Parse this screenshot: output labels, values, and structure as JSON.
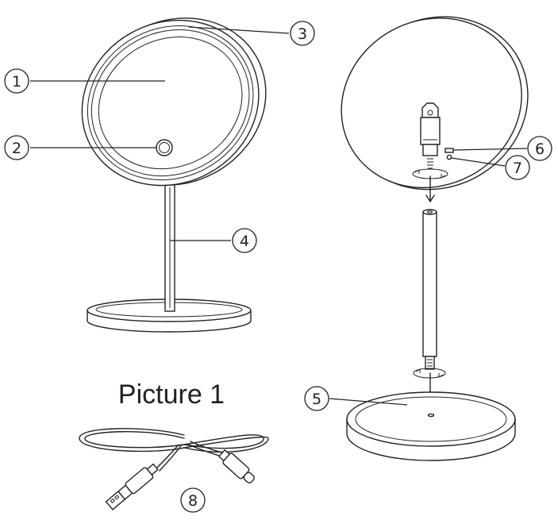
{
  "caption": "Picture 1",
  "callouts": [
    {
      "id": "c1",
      "label": "1"
    },
    {
      "id": "c2",
      "label": "2"
    },
    {
      "id": "c3",
      "label": "3"
    },
    {
      "id": "c4",
      "label": "4"
    },
    {
      "id": "c5",
      "label": "5"
    },
    {
      "id": "c6",
      "label": "6"
    },
    {
      "id": "c7",
      "label": "7"
    },
    {
      "id": "c8",
      "label": "8"
    }
  ],
  "colors": {
    "stroke": "#222222",
    "background": "#ffffff"
  }
}
